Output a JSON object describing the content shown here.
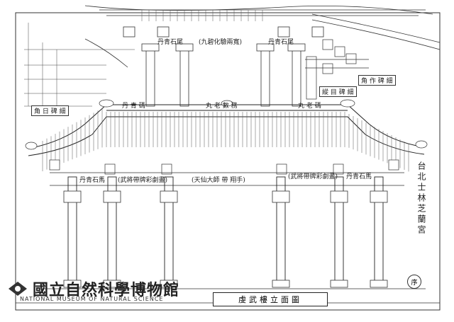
{
  "drawing": {
    "title": "虔武樓立面圖",
    "vertical_note": "台北士林芝蘭宮",
    "stamp": "序"
  },
  "labels": [
    {
      "id": "upper-left-a",
      "text": "丹青石尾"
    },
    {
      "id": "upper-center",
      "text": "(九碧化驗兩寬)"
    },
    {
      "id": "upper-right-a",
      "text": "丹青石尾"
    },
    {
      "id": "right-box-1",
      "text": "角 作 碑 細"
    },
    {
      "id": "right-box-2",
      "text": "縱 目 碑 細"
    },
    {
      "id": "left-box",
      "text": "角 日 碑 細"
    },
    {
      "id": "roof-left",
      "text": "丹 青 碼"
    },
    {
      "id": "roof-center",
      "text": "丸 老 數 務"
    },
    {
      "id": "roof-right",
      "text": "丸 老 碼"
    },
    {
      "id": "beam-1",
      "text": "丹青石馬"
    },
    {
      "id": "beam-2",
      "text": "(武將帶牌彩劇畫)"
    },
    {
      "id": "beam-3",
      "text": "(天仙大師 帶 翔手)"
    },
    {
      "id": "beam-4",
      "text": "(武將帶牌彩劇畫)"
    },
    {
      "id": "beam-5",
      "text": "丹青石馬"
    }
  ],
  "watermark": {
    "name_cn": "國立自然科學博物館",
    "name_en": "NATIONAL MUSEUM OF NATURAL SCIENCE"
  }
}
